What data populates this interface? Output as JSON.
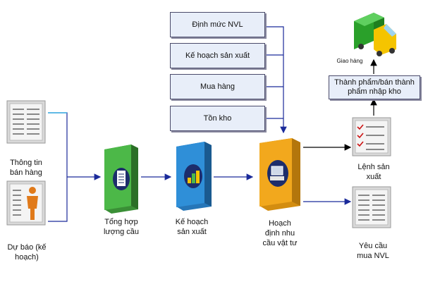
{
  "input_boxes": [
    {
      "label": "Định mức NVL"
    },
    {
      "label": "Kế hoạch sản xuất"
    },
    {
      "label": "Mua hàng"
    },
    {
      "label": "Tồn kho"
    }
  ],
  "sources": {
    "sales_info": {
      "line1": "Thông tin",
      "line2": "bán hàng"
    },
    "forecast": {
      "line1": "Dự báo (kế",
      "line2": "hoạch)"
    }
  },
  "process": {
    "aggregate_demand": {
      "line1": "Tổng hợp",
      "line2": "lượng cầu"
    },
    "production_plan": {
      "line1": "Kế hoạch",
      "line2": "sản xuất"
    },
    "material_planning": {
      "line1": "Hoạch",
      "line2": "định nhu",
      "line3": "cầu vật tư"
    }
  },
  "outputs": {
    "production_order": {
      "line1": "Lệnh sản",
      "line2": "xuất"
    },
    "purchase_request": {
      "line1": "Yêu cầu",
      "line2": "mua NVL"
    },
    "finished_goods": {
      "line1": "Thành phẩm/bán thành",
      "line2": "phẩm nhập kho"
    },
    "delivery": {
      "label": "Giao hàng"
    }
  },
  "colors": {
    "flow_arrow": "#1a2a9a",
    "cyan_line": "#3fb6e6",
    "box_fill": "#e8eef9",
    "green_binder": "#4cb848",
    "blue_binder": "#2f8fd8",
    "orange_binder": "#f2a81d",
    "truck_green": "#2aa02a",
    "truck_yellow": "#f5c400"
  },
  "icons": [
    "document-icon",
    "person-document-icon",
    "list-binder-icon",
    "chart-binder-icon",
    "computer-binder-icon",
    "checklist-icon",
    "truck-icon"
  ]
}
